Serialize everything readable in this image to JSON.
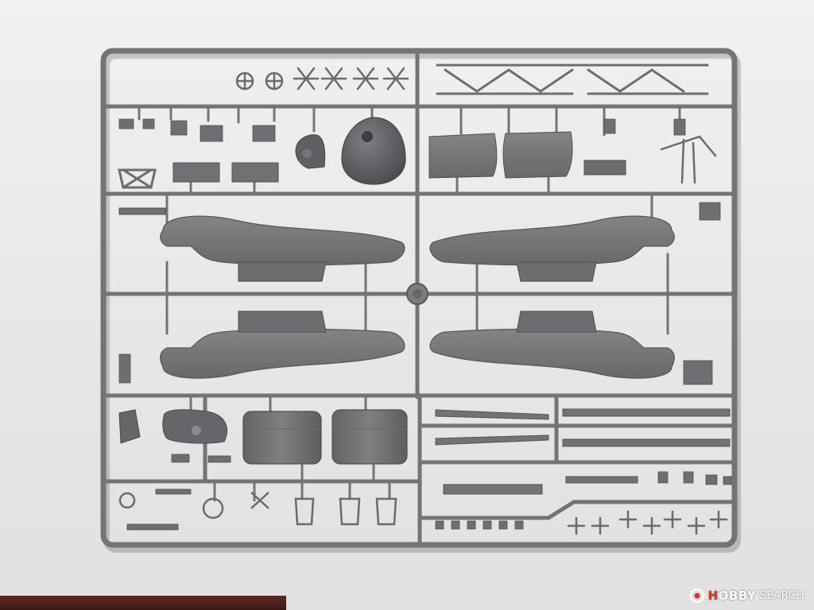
{
  "scene": {
    "subject": "plastic-model-kit-sprue",
    "background_color": "#e9e9ea",
    "plastic_color": "#737476",
    "plastic_shadow": "#55575a",
    "plastic_highlight": "#8a8b8d"
  },
  "watermark": {
    "brand_hobby": "H",
    "brand_obby": "OBBY",
    "brand_search": "SEARCH",
    "icon": "hobby-search-logo-icon",
    "accent_color": "#d8322a"
  }
}
